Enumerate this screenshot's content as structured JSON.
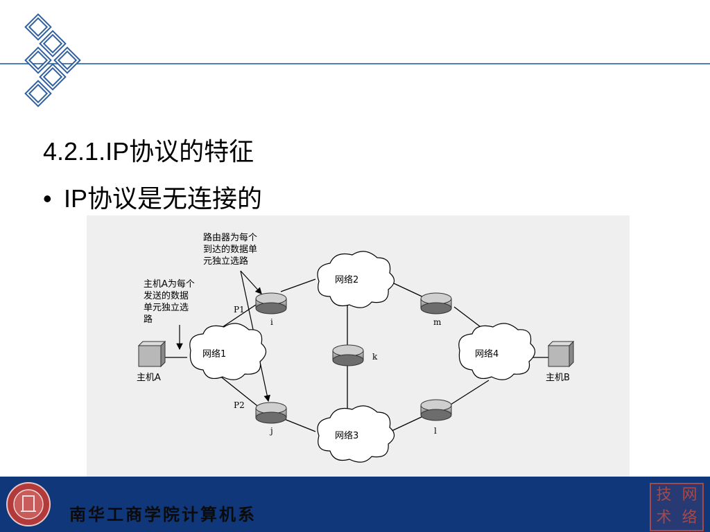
{
  "slide": {
    "title": "4.2.1.IP协议的特征",
    "bullet": "IP协议是无连接的"
  },
  "diagram": {
    "annotations": {
      "router_note": [
        "路由器为每个",
        "到达的数据单",
        "元独立选路"
      ],
      "hostA_note": [
        "主机A为每个",
        "发送的数据",
        "单元独立选",
        "路"
      ]
    },
    "networks": {
      "n1": "网络1",
      "n2": "网络2",
      "n3": "网络3",
      "n4": "网络4"
    },
    "routers": {
      "i": "i",
      "j": "j",
      "k": "k",
      "l": "l",
      "m": "m"
    },
    "paths": {
      "p1": "P1",
      "p2": "P2"
    },
    "hosts": {
      "a": "主机A",
      "b": "主机B"
    }
  },
  "footer": {
    "school_name": "南华工商学院计算机系",
    "stamp_chars": [
      "技",
      "网",
      "术",
      "络"
    ],
    "colors": {
      "band": "#10377a",
      "accent_line": "#4a7fb8",
      "stamp": "#a44a4a"
    }
  }
}
